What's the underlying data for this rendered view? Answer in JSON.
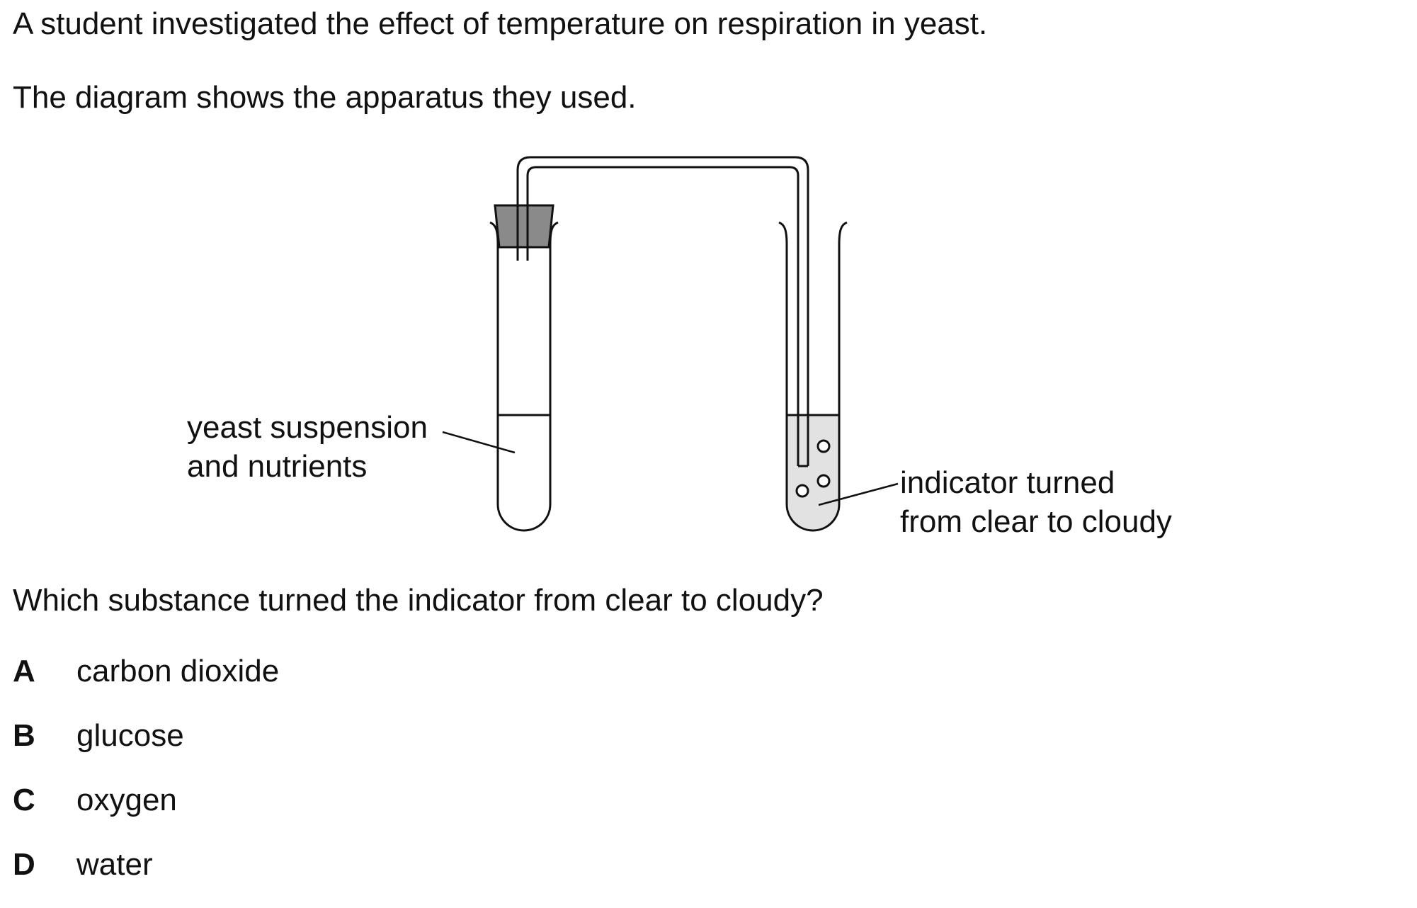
{
  "question": {
    "intro": "A student investigated the effect of temperature on respiration in yeast.",
    "diagram_caption": "The diagram shows the apparatus they used.",
    "prompt": "Which substance turned the indicator from clear to cloudy?"
  },
  "diagram": {
    "left_label": [
      "yeast suspension",
      "and nutrients"
    ],
    "right_label": [
      "indicator turned",
      "from clear to cloudy"
    ],
    "colors": {
      "outline": "#111111",
      "stopper": "#8a8a8a",
      "indicator": "#e2e2e2"
    }
  },
  "options": [
    {
      "letter": "A",
      "text": "carbon dioxide"
    },
    {
      "letter": "B",
      "text": "glucose"
    },
    {
      "letter": "C",
      "text": "oxygen"
    },
    {
      "letter": "D",
      "text": "water"
    }
  ]
}
